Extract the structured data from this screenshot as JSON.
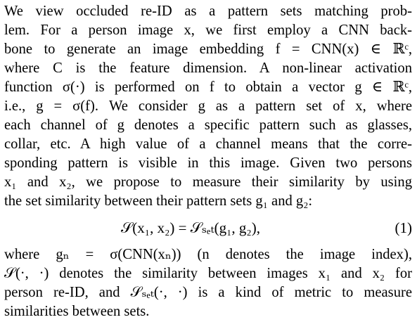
{
  "paragraph1": {
    "lines": [
      "We view occluded re-ID as a pattern sets matching prob-",
      "lem. For a person image x, we first employ a CNN back-",
      "bone to generate an image embedding f = CNN(x) ∈ ℝᶜ,",
      "where C is the feature dimension. A non-linear activation",
      "function σ(·) is performed on f to obtain a vector g ∈ ℝᶜ,",
      "i.e., g = σ(f). We consider g as a pattern set of x, where",
      "each channel of g denotes a specific pattern such as glasses,",
      "collar, etc. A high value of a channel means that the corre-",
      "sponding pattern is visible in this image. Given two persons",
      "x₁ and x₂, we propose to measure their similarity by using",
      "the set similarity between their pattern sets g₁ and g₂:"
    ]
  },
  "equation": {
    "body": "𝒮(x₁, x₂) = 𝒮ₛₑₜ(g₁, g₂),",
    "number": "(1)"
  },
  "paragraph2": {
    "lines": [
      "where gₙ  =  σ(CNN(xₙ)) (n denotes the image index),",
      "𝒮(·, ·) denotes the similarity between images x₁ and x₂ for",
      "person re-ID, and 𝒮ₛₑₜ(·, ·) is a kind of metric to measure",
      "similarities between sets."
    ]
  }
}
